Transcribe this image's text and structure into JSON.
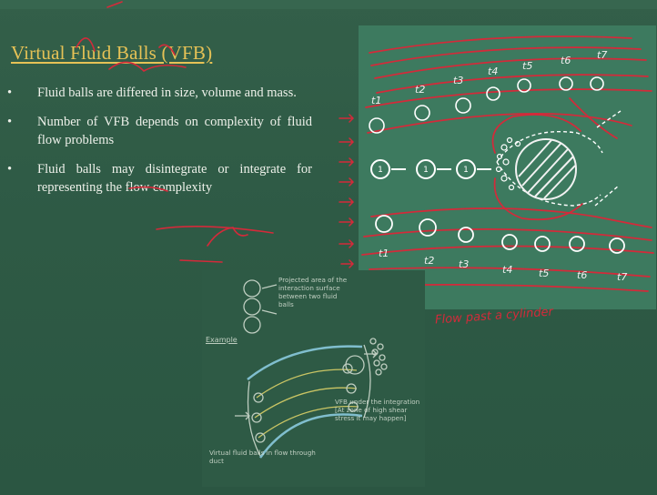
{
  "slide": {
    "title": "Virtual Fluid Balls (VFB)",
    "bullets": [
      {
        "marker": "•",
        "text": "Fluid balls are differed in size, volume and mass."
      },
      {
        "marker": "•",
        "text": "Number of VFB depends on complexity of fluid flow problems"
      },
      {
        "marker": "•",
        "text": "Fluid balls may disintegrate or integrate for representing the flow complexity"
      }
    ]
  },
  "diagram": {
    "time_labels_top": [
      "t1",
      "t2",
      "t3",
      "t4",
      "t5",
      "t6",
      "t7"
    ],
    "time_labels_bottom": [
      "t1",
      "t2",
      "t3",
      "t4",
      "t5",
      "t6",
      "t7"
    ],
    "ball_number": "1",
    "handwritten_caption": "Flow past a cylinder"
  },
  "chalk_sketch": {
    "label_projected": "Projected area of the interaction surface between two fluid balls",
    "label_example": "Example",
    "label_vfb_under": "VFB under the integration [At zone of high shear stress it may happen]",
    "label_duct": "Virtual fluid balls in flow through duct"
  },
  "colors": {
    "board": "#2e5a45",
    "title": "#e6c256",
    "text": "#eef1ea",
    "ink_red": "#d42a3a",
    "panel": "#3d7a5f"
  }
}
